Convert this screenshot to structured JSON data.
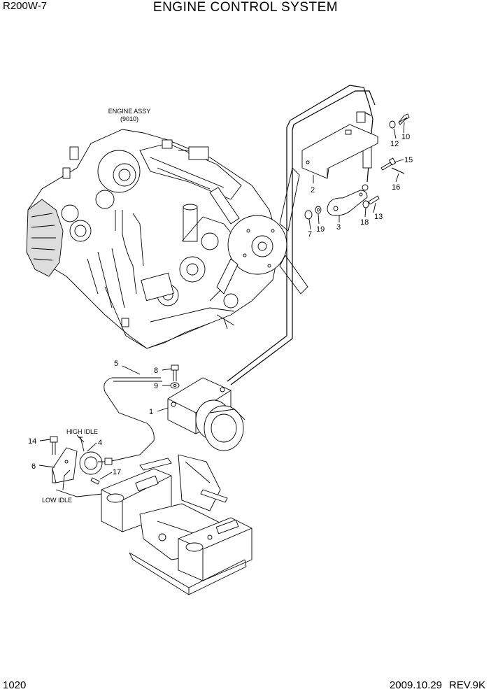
{
  "header": {
    "model": "R200W-7",
    "title": "ENGINE CONTROL SYSTEM"
  },
  "footer": {
    "page": "1020",
    "date": "2009.10.29",
    "revision": "REV.9K"
  },
  "labels": {
    "engine_assy": "ENGINE ASSY",
    "engine_assy_code": "(9010)",
    "high_idle": "HIGH IDLE",
    "low_idle": "LOW IDLE"
  },
  "callouts": {
    "c1": "1",
    "c2": "2",
    "c3": "3",
    "c4": "4",
    "c5": "5",
    "c6": "6",
    "c7": "7",
    "c8": "8",
    "c9": "9",
    "c10": "10",
    "c12": "12",
    "c13": "13",
    "c14": "14",
    "c15": "15",
    "c16": "16",
    "c17": "17",
    "c18": "18",
    "c19": "19"
  }
}
